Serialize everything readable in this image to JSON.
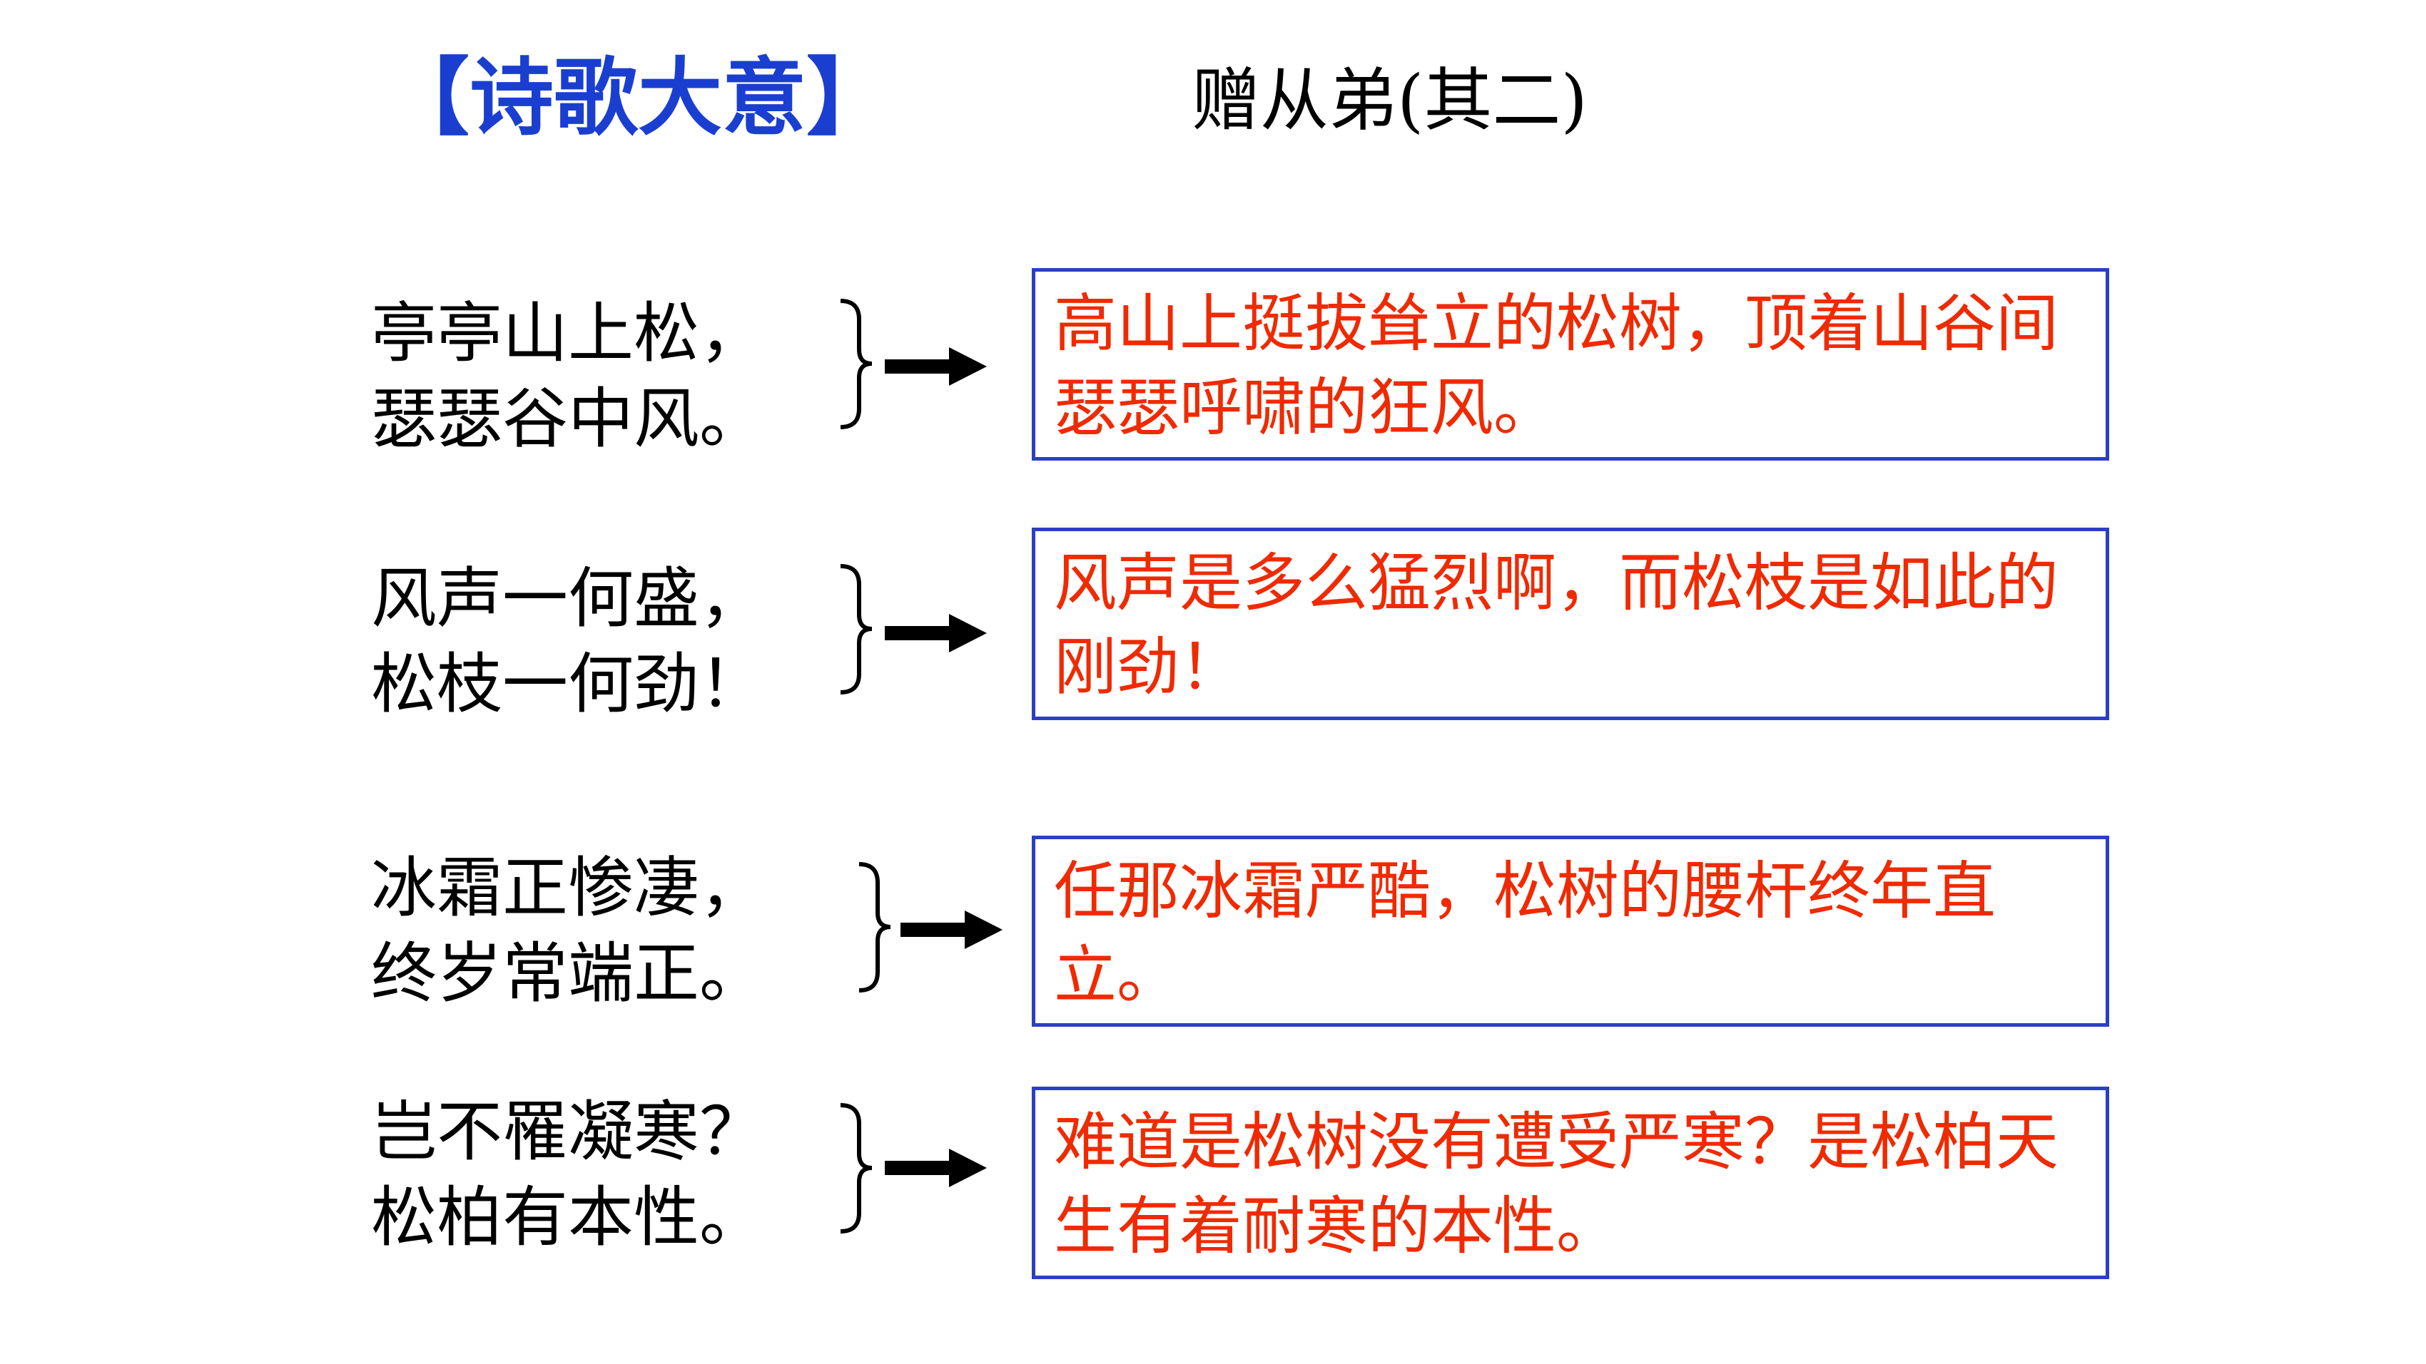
{
  "heading": "【诗歌大意】",
  "poem_title": "赠从弟(其二)",
  "rows": [
    {
      "lines": [
        "亭亭山上松，",
        "瑟瑟谷中风。"
      ],
      "explanation": "高山上挺拔耸立的松树，顶着山谷间瑟瑟呼啸的狂风。"
    },
    {
      "lines": [
        "风声一何盛，",
        "松枝一何劲！"
      ],
      "explanation": "风声是多么猛烈啊，而松枝是如此的刚劲！"
    },
    {
      "lines": [
        "冰霜正惨凄，",
        "终岁常端正。"
      ],
      "explanation": "任那冰霜严酷，松树的腰杆终年直立。"
    },
    {
      "lines": [
        "岂不罹凝寒？",
        "松柏有本性。"
      ],
      "explanation": "难道是松树没有遭受严寒？是松柏天生有着耐寒的本性。"
    }
  ],
  "colors": {
    "heading": "#1a3fd0",
    "box_border": "#2b3fc4",
    "explanation_text": "#ef2a00",
    "poem_text": "#000000"
  }
}
